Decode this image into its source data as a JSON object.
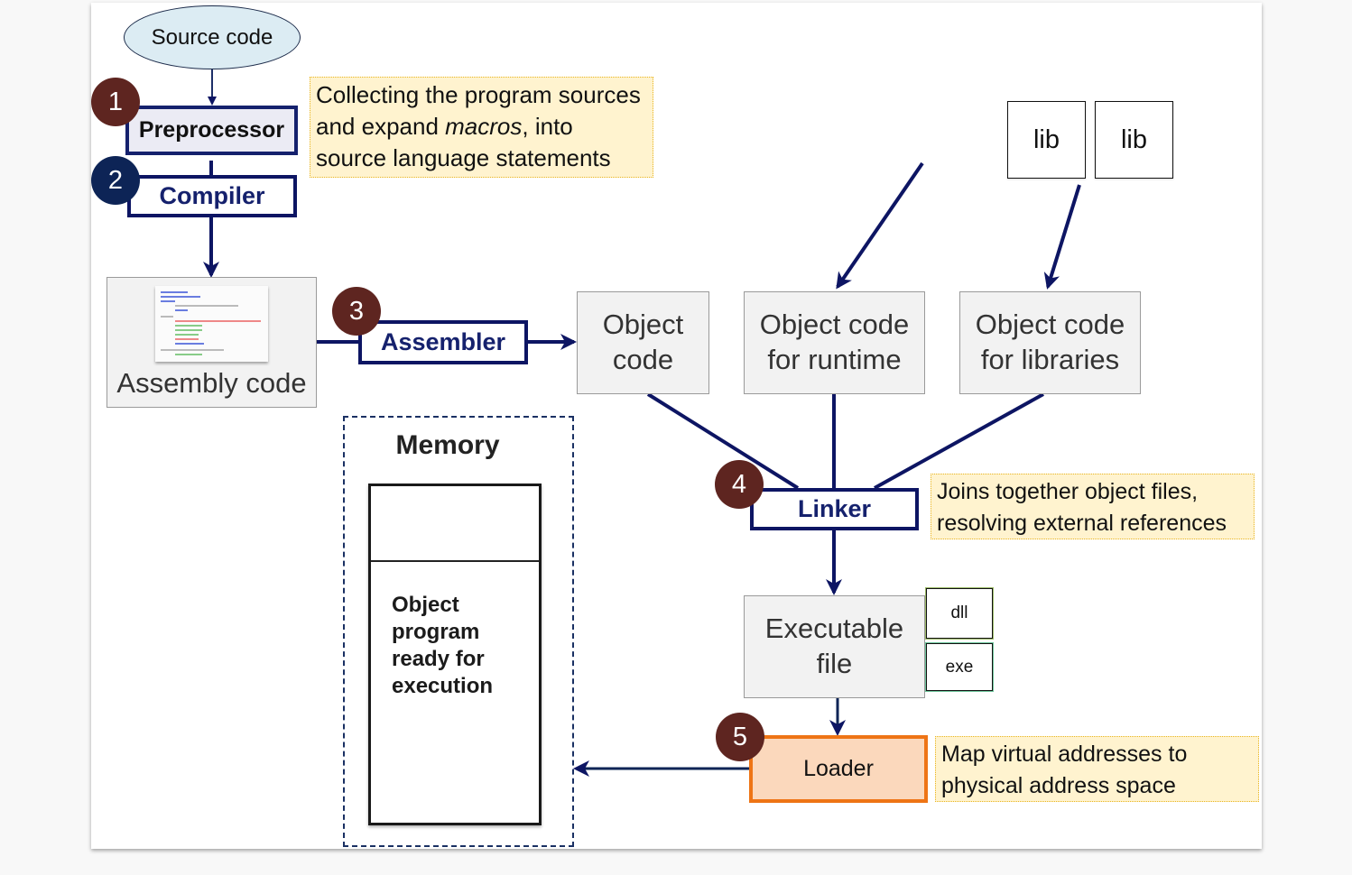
{
  "source": {
    "label": "Source code"
  },
  "stages": {
    "preprocessor": {
      "number": "1",
      "label": "Preprocessor"
    },
    "compiler": {
      "number": "2",
      "label": "Compiler"
    },
    "assembler": {
      "number": "3",
      "label": "Assembler"
    },
    "linker": {
      "number": "4",
      "label": "Linker"
    },
    "loader": {
      "number": "5",
      "label": "Loader"
    }
  },
  "artifacts": {
    "assembly_code": "Assembly code",
    "object_code": "Object code",
    "object_runtime": "Object code for runtime",
    "object_libraries": "Object code for libraries",
    "executable": "Executable file",
    "lib1": "lib",
    "lib2": "lib",
    "dll": "dll",
    "exe": "exe"
  },
  "notes": {
    "preprocessor_pre": "Collecting the program sources and expand ",
    "preprocessor_em": "macros",
    "preprocessor_post": ", into source language statements",
    "linker": "Joins together object files, resolving external references",
    "loader": "Map virtual addresses to physical address space"
  },
  "memory": {
    "title": "Memory",
    "content": "Object program ready for execution"
  },
  "colors": {
    "stage_border": "#0d1563",
    "badge_red": "#5e2520",
    "badge_blue": "#0d2456",
    "note_bg": "#fff3cf",
    "note_border": "#e8b522",
    "loader_border": "#ee7415",
    "loader_bg": "#fbd8bc",
    "source_bg": "#dcecf3"
  }
}
